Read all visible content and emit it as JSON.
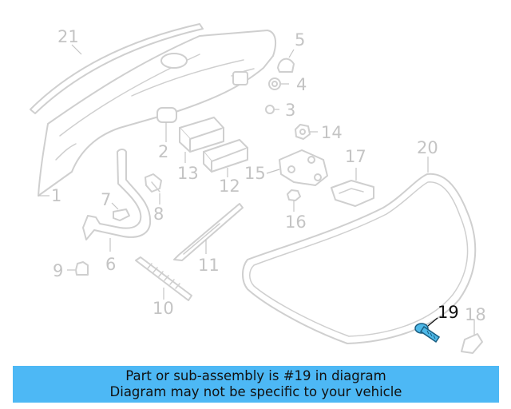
{
  "diagram": {
    "callouts": {
      "c1": "1",
      "c2": "2",
      "c3": "3",
      "c4": "4",
      "c5": "5",
      "c6": "6",
      "c7": "7",
      "c8": "8",
      "c9": "9",
      "c10": "10",
      "c11": "11",
      "c12": "12",
      "c13": "13",
      "c14": "14",
      "c15": "15",
      "c16": "16",
      "c17": "17",
      "c18": "18",
      "c19": "19",
      "c20": "20",
      "c21": "21"
    },
    "highlight_part": "19",
    "highlight_color": "#4db8e8",
    "line_color": "#cfcfcf",
    "label_color": "#c4c4c4"
  },
  "banner": {
    "line1": "Part or sub-assembly is #19 in diagram",
    "line2": "Diagram may not be specific to your vehicle",
    "background": "#4db8f5"
  }
}
